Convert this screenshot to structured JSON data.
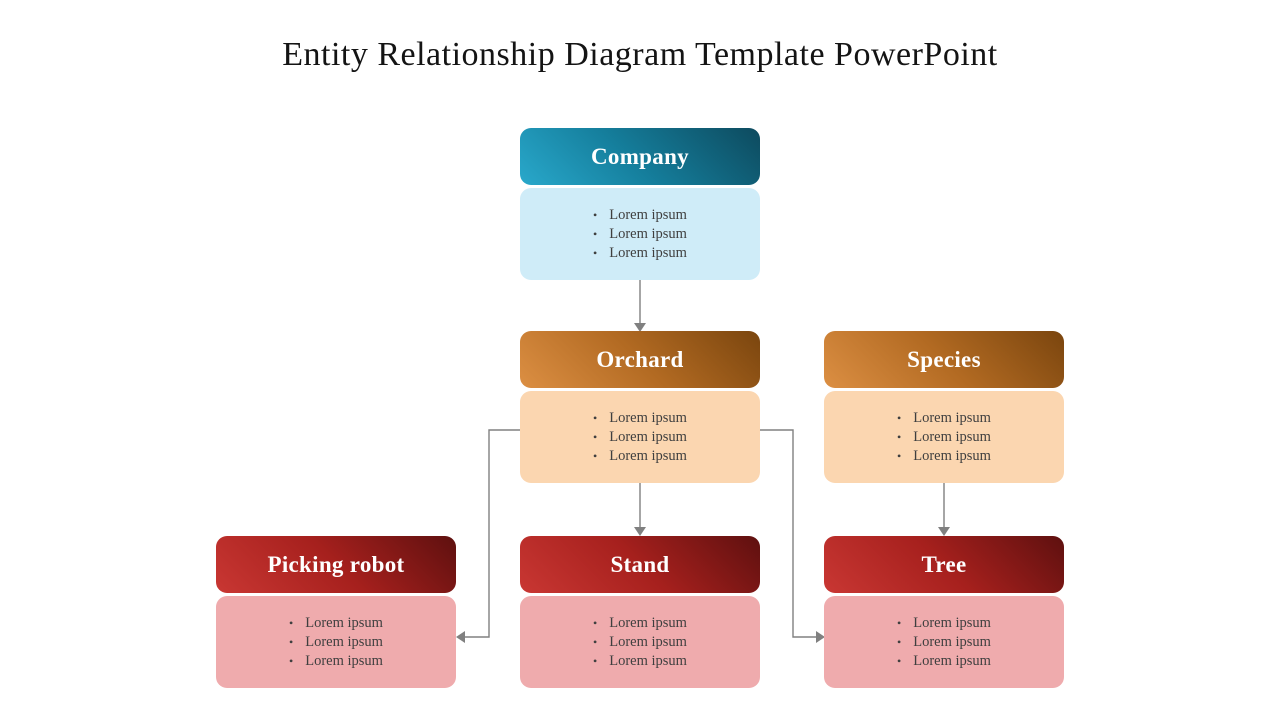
{
  "title": "Entity Relationship Diagram Template PowerPoint",
  "entities": [
    {
      "id": "company",
      "label": "Company",
      "theme": "teal",
      "bullets": [
        "Lorem ipsum",
        "Lorem ipsum",
        "Lorem ipsum"
      ]
    },
    {
      "id": "orchard",
      "label": "Orchard",
      "theme": "orange",
      "bullets": [
        "Lorem ipsum",
        "Lorem ipsum",
        "Lorem ipsum"
      ]
    },
    {
      "id": "species",
      "label": "Species",
      "theme": "orange",
      "bullets": [
        "Lorem ipsum",
        "Lorem ipsum",
        "Lorem ipsum"
      ]
    },
    {
      "id": "picking_robot",
      "label": "Picking robot",
      "theme": "red",
      "bullets": [
        "Lorem ipsum",
        "Lorem ipsum",
        "Lorem ipsum"
      ]
    },
    {
      "id": "stand",
      "label": "Stand",
      "theme": "red",
      "bullets": [
        "Lorem ipsum",
        "Lorem ipsum",
        "Lorem ipsum"
      ]
    },
    {
      "id": "tree",
      "label": "Tree",
      "theme": "red",
      "bullets": [
        "Lorem ipsum",
        "Lorem ipsum",
        "Lorem ipsum"
      ]
    }
  ],
  "connectors": [
    {
      "from": "company",
      "to": "orchard",
      "style": "arrow-down"
    },
    {
      "from": "orchard",
      "to": "stand",
      "style": "arrow-down"
    },
    {
      "from": "species",
      "to": "tree",
      "style": "arrow-down"
    },
    {
      "from": "orchard",
      "to": "picking_robot",
      "style": "elbow-arrow-left"
    },
    {
      "from": "orchard",
      "to": "tree",
      "style": "elbow-arrow-right"
    }
  ],
  "colors": {
    "teal_header_light": "#29a8cb",
    "teal_header_dark": "#0d4a5e",
    "teal_body": "#cfecf8",
    "orange_header_light": "#dc8f43",
    "orange_header_dark": "#7a450e",
    "orange_body": "#fbd6b0",
    "red_header_light": "#c93733",
    "red_header_dark": "#5e100f",
    "red_body": "#efabad",
    "connector": "#808080",
    "title_text": "#141414",
    "bullet_text": "#3f3f3f",
    "header_text": "#ffffff"
  }
}
